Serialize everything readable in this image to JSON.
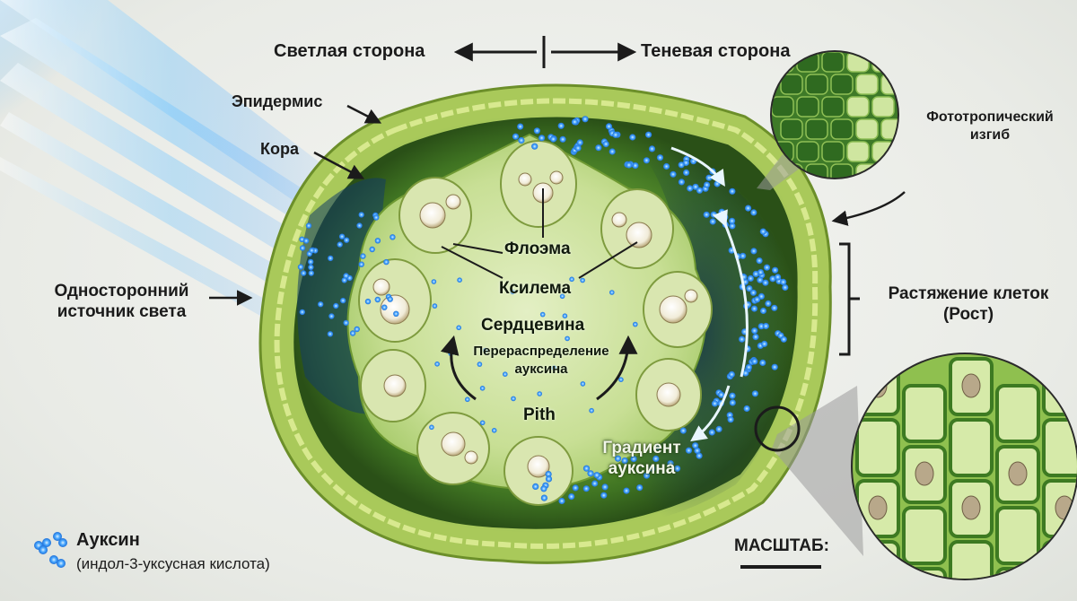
{
  "labels": {
    "light_side": "Светлая сторона",
    "shadow_side": "Теневая сторона",
    "epidermis": "Эпидермис",
    "cortex": "Кора",
    "light_source_line1": "Односторонний",
    "light_source_line2": "источник света",
    "phloem": "Флоэма",
    "xylem": "Ксилема",
    "pith_ru": "Сердцевина",
    "redistribution_line1": "Перераспределение",
    "redistribution_line2": "ауксина",
    "pith_en": "Pith",
    "gradient_line1": "Градиент",
    "gradient_line2": "ауксина",
    "phototropic_line1": "Фототропический",
    "phototropic_line2": "изгиб",
    "elongation_line1": "Растяжение клеток",
    "elongation_line2": "(Рост)",
    "scale": "МАСШТАБ:"
  },
  "legend": {
    "title": "Ауксин",
    "subtitle": "(индол-3-уксусная кислота)"
  },
  "colors": {
    "epidermis": "#9fc24a",
    "cortex_dark": "#2f5a1c",
    "cortex_mid": "#4f8a2a",
    "pith": "#cfe3a0",
    "auxin": "#3fa2ff",
    "light": "#7cc8ff"
  }
}
